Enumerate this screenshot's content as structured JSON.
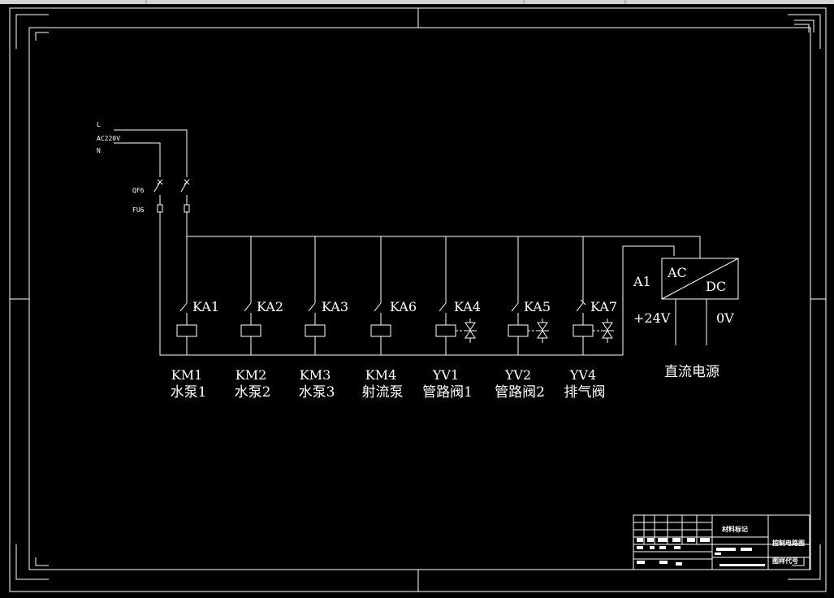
{
  "colors": {
    "background": "#000000",
    "stroke": "#ffffff",
    "chrome": "#e6e6e6"
  },
  "supply": {
    "line_label": "L",
    "voltage_label": "AC220V",
    "neutral_label": "N",
    "breaker_label": "QF6",
    "fuse_label": "FU6"
  },
  "branches": [
    {
      "relay": "KA1",
      "device": "KM1",
      "name": "水泵1",
      "valve": false
    },
    {
      "relay": "KA2",
      "device": "KM2",
      "name": "水泵2",
      "valve": false
    },
    {
      "relay": "KA3",
      "device": "KM3",
      "name": "水泵3",
      "valve": false
    },
    {
      "relay": "KA6",
      "device": "KM4",
      "name": "射流泵",
      "valve": false
    },
    {
      "relay": "KA4",
      "device": "YV1",
      "name": "管路阀1",
      "valve": true
    },
    {
      "relay": "KA5",
      "device": "YV2",
      "name": "管路阀2",
      "valve": true
    },
    {
      "relay": "KA7",
      "device": "YV4",
      "name": "排气阀",
      "valve": true
    }
  ],
  "psu": {
    "terminal": "A1",
    "ac": "AC",
    "dc": "DC",
    "plus": "+24V",
    "zero": "0V",
    "caption": "直流电源"
  },
  "title_block": {
    "mark": "材料标记",
    "drawing_name": "控制电路图",
    "code_label": "图样代号"
  }
}
